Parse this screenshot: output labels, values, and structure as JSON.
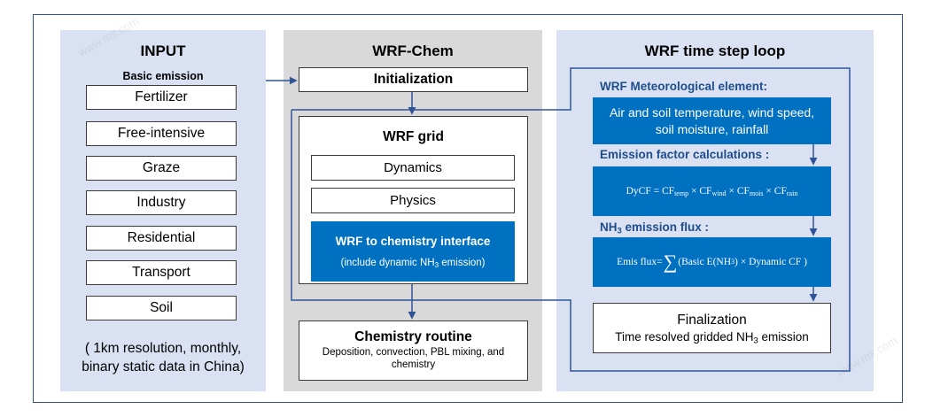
{
  "input": {
    "title": "INPUT",
    "subtitle": "Basic emission",
    "items": [
      "Fertilizer",
      "Free-intensive",
      "Graze",
      "Industry",
      "Residential",
      "Transport",
      "Soil"
    ],
    "note_line1": "( 1km resolution, monthly,",
    "note_line2": "binary static data in China)"
  },
  "wrf_chem": {
    "title": "WRF-Chem",
    "initialization": "Initialization",
    "grid_title": "WRF grid",
    "dynamics": "Dynamics",
    "physics": "Physics",
    "interface_title": "WRF to chemistry interface",
    "interface_sub_pre": "(include dynamic NH",
    "interface_sub_sub": "3",
    "interface_sub_post": " emission)",
    "chem_title": "Chemistry routine",
    "chem_line1": "Deposition, convection, PBL mixing, and",
    "chem_line2": "chemistry"
  },
  "loop": {
    "title": "WRF time step loop",
    "met_header": "WRF Meteorological element:",
    "met_line1": "Air and soil temperature, wind speed,",
    "met_line2": "soil moisture, rainfall",
    "ef_header": "Emission factor calculations :",
    "dycf_lhs": "DyCF = CF",
    "dycf_sub1": "temp",
    "dycf_sub2": "wind",
    "dycf_sub3": "mois",
    "dycf_sub4": "rain",
    "times": " × CF",
    "nh3_header_pre": "NH",
    "nh3_header_sub": "3",
    "nh3_header_post": " emission flux :",
    "flux_pre": "Emis flux=",
    "flux_sum": "∑",
    "flux_mid": "(Basic E(NH",
    "flux_sub": "3",
    "flux_post": ") ×  Dynamic CF )",
    "final_title": "Finalization",
    "final_pre": "Time resolved gridded NH",
    "final_sub": "3",
    "final_post": " emission"
  },
  "colors": {
    "frame": "#2f4f8f",
    "input_bg": "#d9e1f2",
    "wrf_bg": "#d9d9d9",
    "accent_blue": "#0070c0",
    "header_blue": "#1f4e8c"
  },
  "watermark": "www.ms.com"
}
